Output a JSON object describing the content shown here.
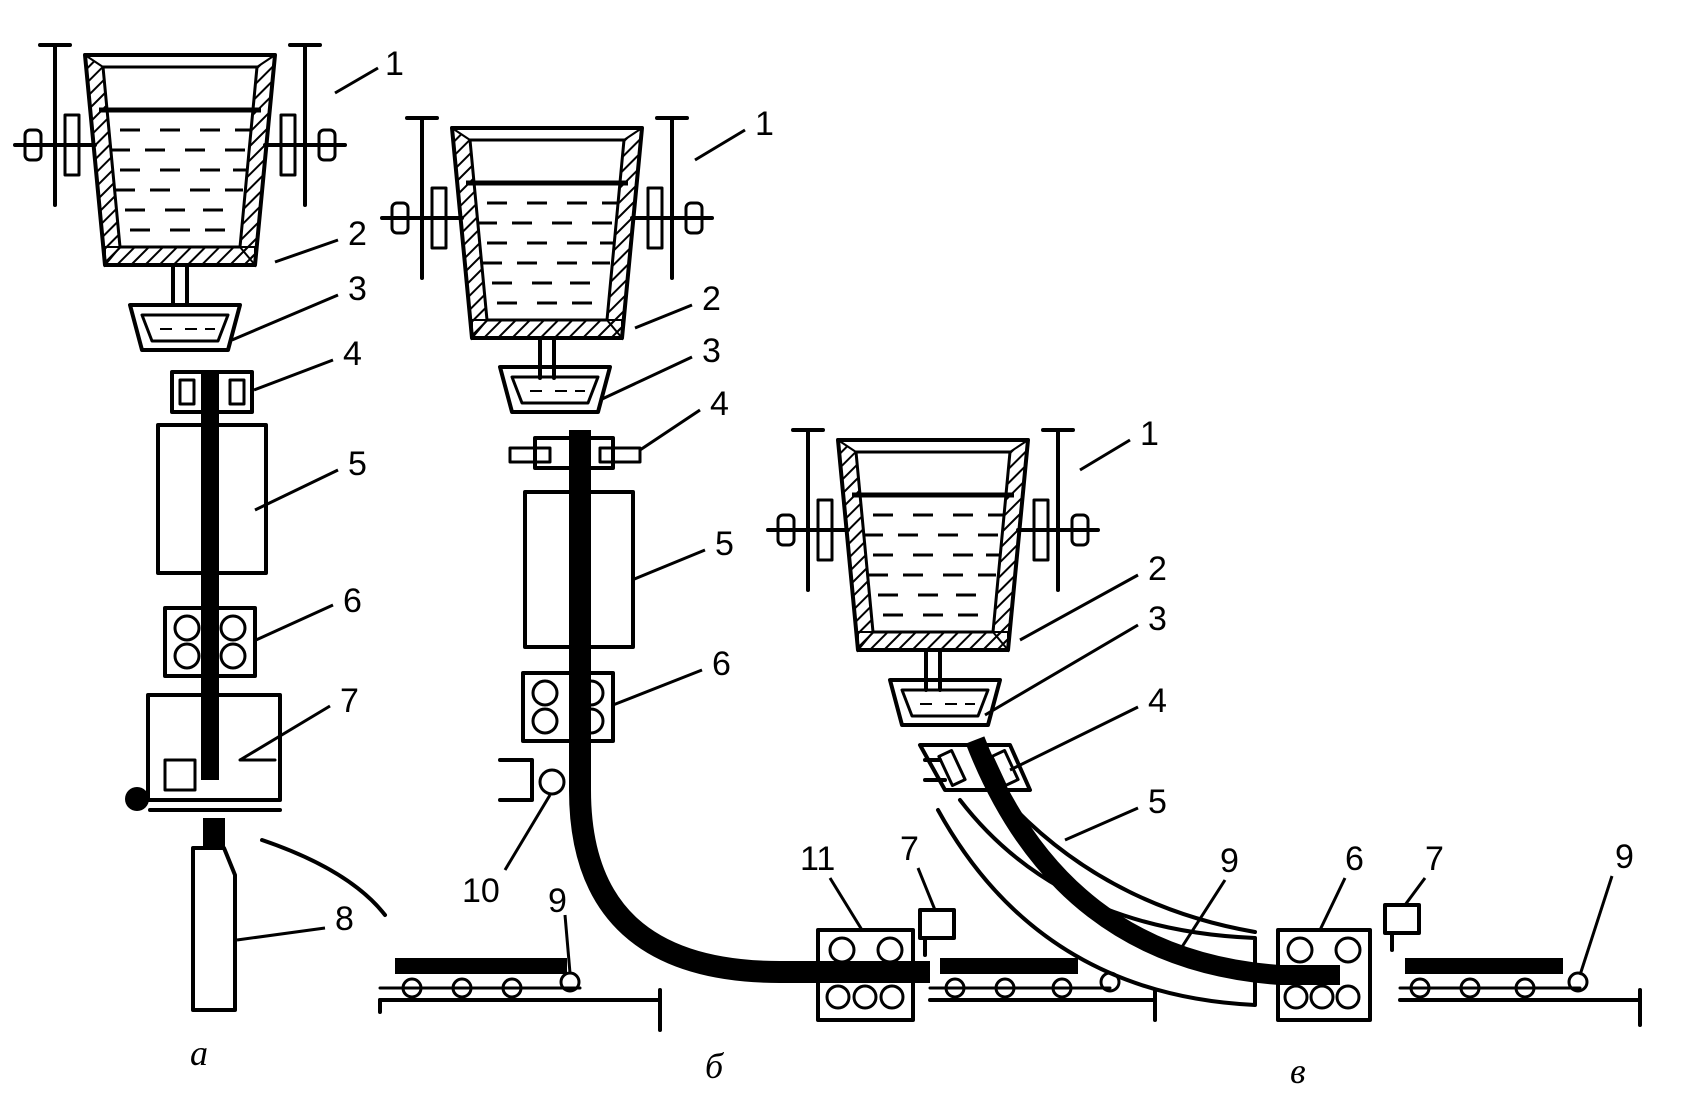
{
  "diagram": {
    "panels": [
      {
        "id": "a",
        "caption": "а",
        "labels": [
          "1",
          "2",
          "3",
          "4",
          "5",
          "6",
          "7",
          "8"
        ]
      },
      {
        "id": "b",
        "caption": "б",
        "labels": [
          "1",
          "2",
          "3",
          "4",
          "5",
          "6",
          "10",
          "9",
          "11",
          "7"
        ]
      },
      {
        "id": "v",
        "caption": "в",
        "labels": [
          "1",
          "2",
          "3",
          "4",
          "5",
          "9",
          "6",
          "7",
          "9"
        ]
      }
    ]
  },
  "colors": {
    "ink": "#000000",
    "background": "#ffffff"
  }
}
